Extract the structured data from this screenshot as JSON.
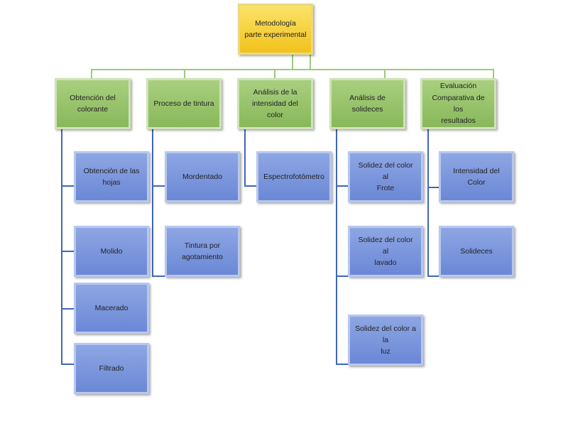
{
  "root": {
    "label": "Metodología\nparte experimental"
  },
  "columns": [
    {
      "label": "Obtención del\ncolorante",
      "children": [
        "Obtención de las\nhojas",
        "Molido",
        "Macerado",
        "Filtrado"
      ]
    },
    {
      "label": "Proceso de tintura",
      "children": [
        "Mordentado",
        "Tintura por\nagotamiento"
      ]
    },
    {
      "label": "Análisis de la\nintensidad del color",
      "children": [
        "Espectrofotómetro"
      ]
    },
    {
      "label": "Análisis de solideces",
      "children": [
        "Solidez del color al\nFrote",
        "Solidez del color al\nlavado",
        "Solidez del color a la\nluz"
      ]
    },
    {
      "label": "Evaluación\nComparativa de los\nresultados",
      "children": [
        "Intensidad del Color",
        "Solideces"
      ]
    }
  ],
  "colors": {
    "root": "#f2c21b",
    "category": "#88b85a",
    "item": "#6b88d6",
    "connector_green": "#9fc97c",
    "connector_blue": "#3f66b8"
  }
}
